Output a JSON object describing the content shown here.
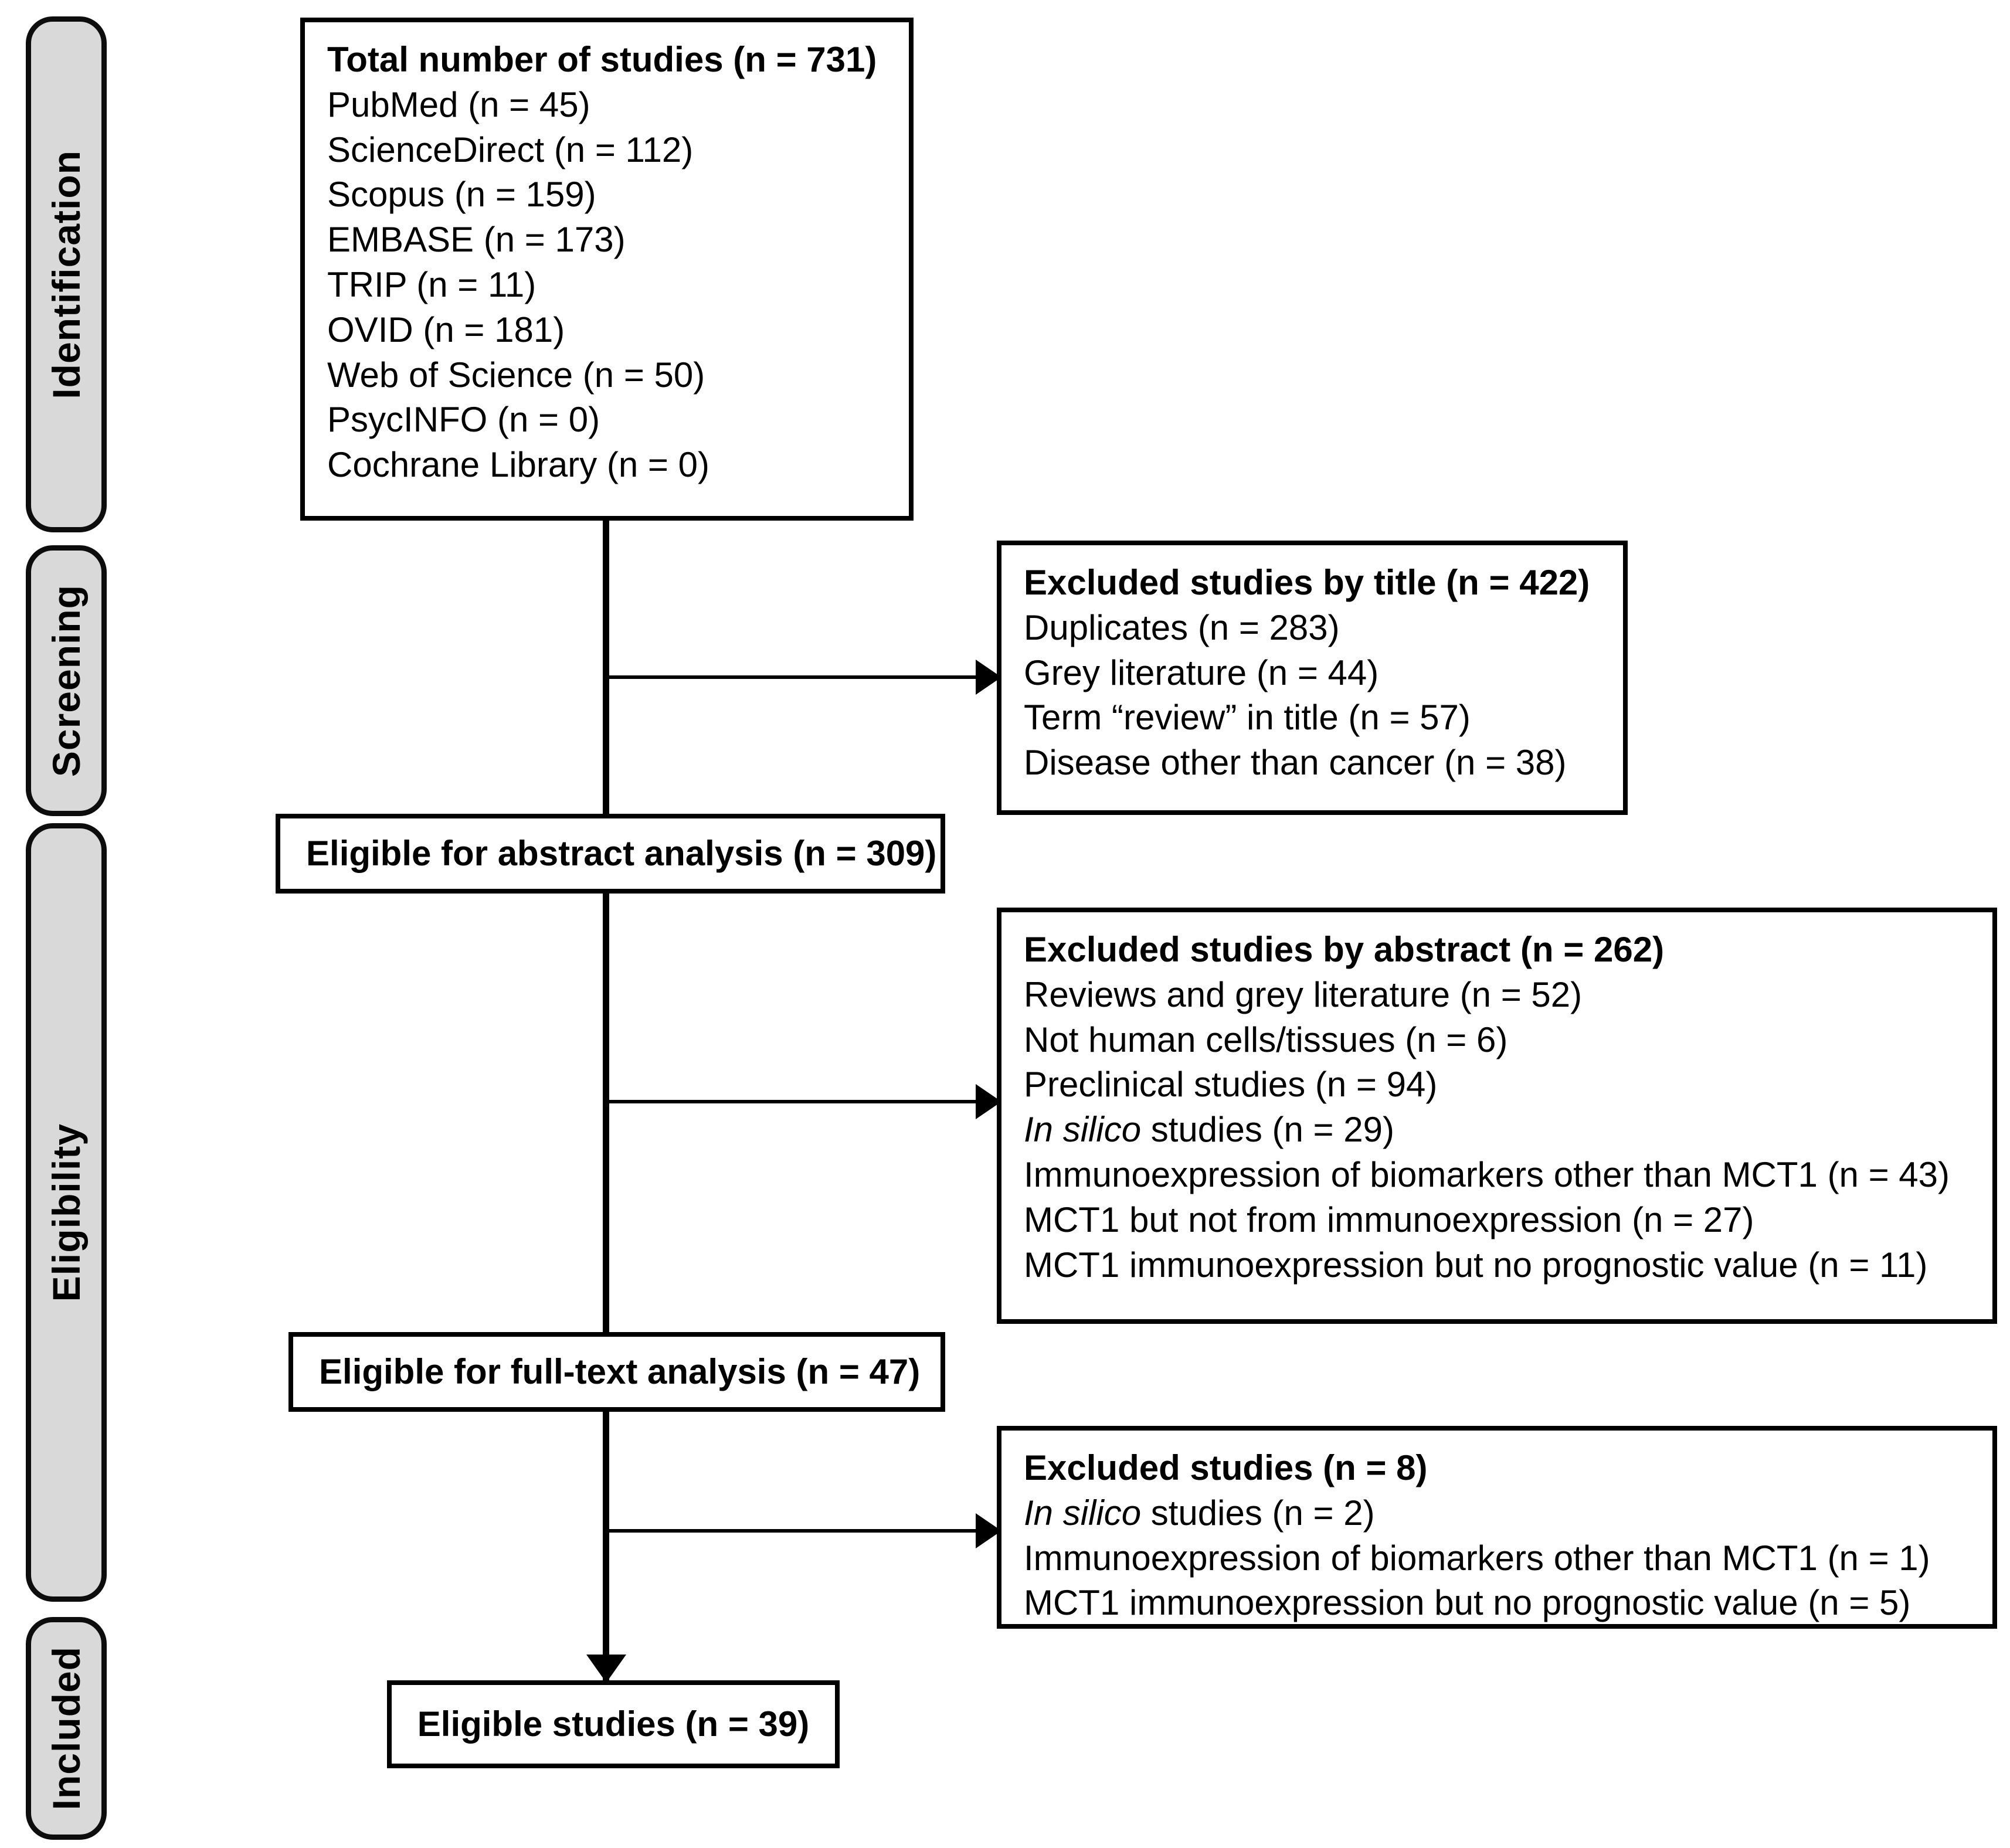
{
  "diagram": {
    "type": "prisma-flow-diagram",
    "title": "PRISMA study selection flow diagram"
  },
  "stages": [
    {
      "id": "identification",
      "label": "Identification"
    },
    {
      "id": "screening",
      "label": "Screening"
    },
    {
      "id": "eligibility",
      "label": "Eligibility"
    },
    {
      "id": "included",
      "label": "Included"
    }
  ],
  "boxes": {
    "identification": {
      "heading": "Total number of studies (n = 731)",
      "heading_text": "Total number of studies",
      "heading_n": "(n = 731)",
      "sources": [
        {
          "label": "PubMed",
          "n": "(n = 45)"
        },
        {
          "label": "ScienceDirect",
          "n": "(n = 112)"
        },
        {
          "label": "Scopus",
          "n": "(n = 159)"
        },
        {
          "label": "EMBASE",
          "n": "(n = 173)"
        },
        {
          "label": "TRIP",
          "n": "(n = 11)"
        },
        {
          "label": "OVID",
          "n": "(n = 181)"
        },
        {
          "label": "Web of Science",
          "n": "(n = 50)"
        },
        {
          "label": "PsycINFO",
          "n": "(n = 0)"
        },
        {
          "label": "Cochrane Library",
          "n": "(n = 0)"
        }
      ]
    },
    "excluded_by_title": {
      "heading_text": "Excluded studies by title",
      "heading_n": "(n = 422)",
      "reasons": [
        {
          "label": "Duplicates",
          "n": "(n = 283)"
        },
        {
          "label": "Grey literature",
          "n": "(n = 44)"
        },
        {
          "label": "Term “review” in title",
          "n": "(n = 57)"
        },
        {
          "label": "Disease other than cancer",
          "n": "(n = 38)"
        }
      ]
    },
    "eligible_abstract": {
      "text": "Eligible for abstract analysis",
      "n": "(n = 309)"
    },
    "excluded_by_abstract": {
      "heading_text": "Excluded studies by abstract",
      "heading_n": "(n = 262)",
      "reasons": [
        {
          "label": "Reviews and grey literature",
          "n": "(n = 52)",
          "italic_prefix": ""
        },
        {
          "label": "Not human cells/tissues",
          "n": "(n = 6)",
          "italic_prefix": ""
        },
        {
          "label": "Preclinical studies",
          "n": "(n = 94)",
          "italic_prefix": ""
        },
        {
          "label": "studies",
          "n": "(n = 29)",
          "italic_prefix": "In silico"
        },
        {
          "label": "Immunoexpression of biomarkers other than MCT1",
          "n": "(n = 43)",
          "italic_prefix": ""
        },
        {
          "label": "MCT1 but not from immunoexpression",
          "n": "(n = 27)",
          "italic_prefix": ""
        },
        {
          "label": "MCT1 immunoexpression but no prognostic value",
          "n": "(n = 11)",
          "italic_prefix": ""
        }
      ]
    },
    "eligible_fulltext": {
      "text": "Eligible for full-text analysis",
      "n": "(n = 47)"
    },
    "excluded_fulltext": {
      "heading_text": "Excluded studies",
      "heading_n": "(n = 8)",
      "reasons": [
        {
          "label": "studies",
          "n": "(n = 2)",
          "italic_prefix": "In silico"
        },
        {
          "label": "Immunoexpression of biomarkers other than MCT1",
          "n": "(n = 1)",
          "italic_prefix": ""
        },
        {
          "label": "MCT1 immunoexpression but no prognostic value",
          "n": "(n = 5)",
          "italic_prefix": ""
        }
      ]
    },
    "eligible_studies": {
      "text": "Eligible studies",
      "n": "(n = 39)"
    }
  },
  "colors": {
    "stage_fill": "#d9d9d9",
    "stage_border": "#0d0d0d",
    "box_border": "#000000",
    "background": "#ffffff",
    "text": "#000000"
  }
}
